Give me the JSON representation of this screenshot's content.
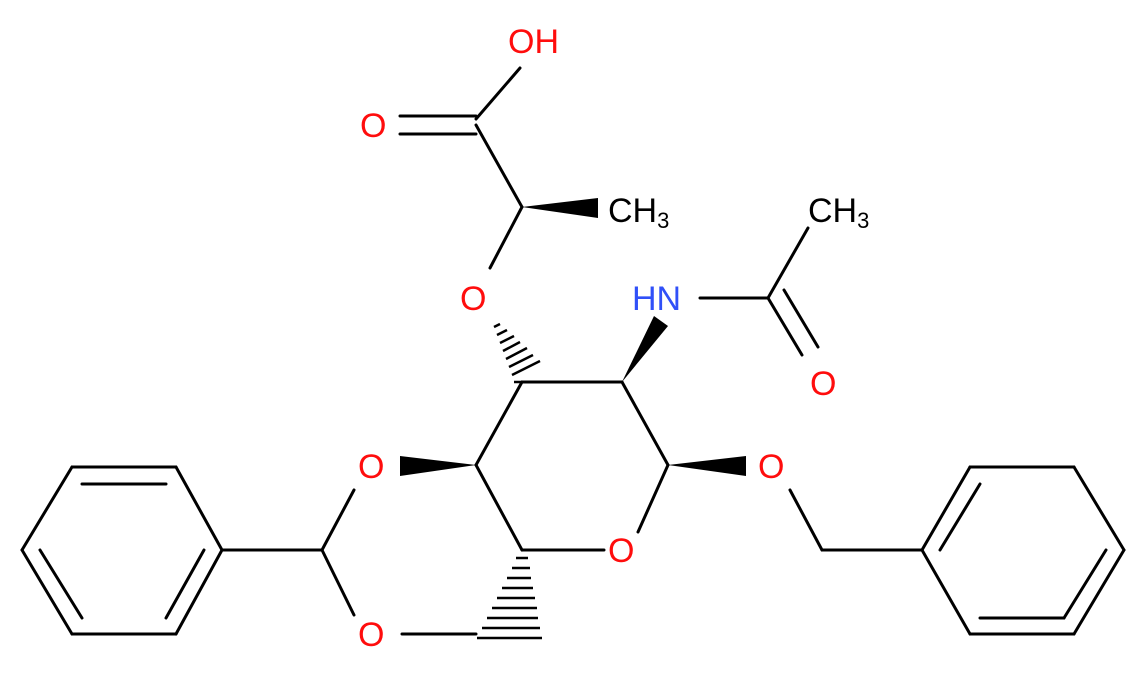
{
  "colors": {
    "bond": "#000000",
    "oxygen": "#ff0d0d",
    "nitrogen": "#3050f8",
    "carbon": "#000000"
  },
  "atoms": {
    "oh": "OH",
    "o_carbonyl_acid": "O",
    "ch3_lactyl": {
      "main": "CH",
      "sub": "3"
    },
    "o_ether": "O",
    "hn": "HN",
    "ch3_acetyl": {
      "main": "CH",
      "sub": "3"
    },
    "o_acetyl": "O",
    "o_acetal_top": "O",
    "o_ring": "O",
    "o_benzyl": "O",
    "o_acetal_bottom": "O"
  }
}
